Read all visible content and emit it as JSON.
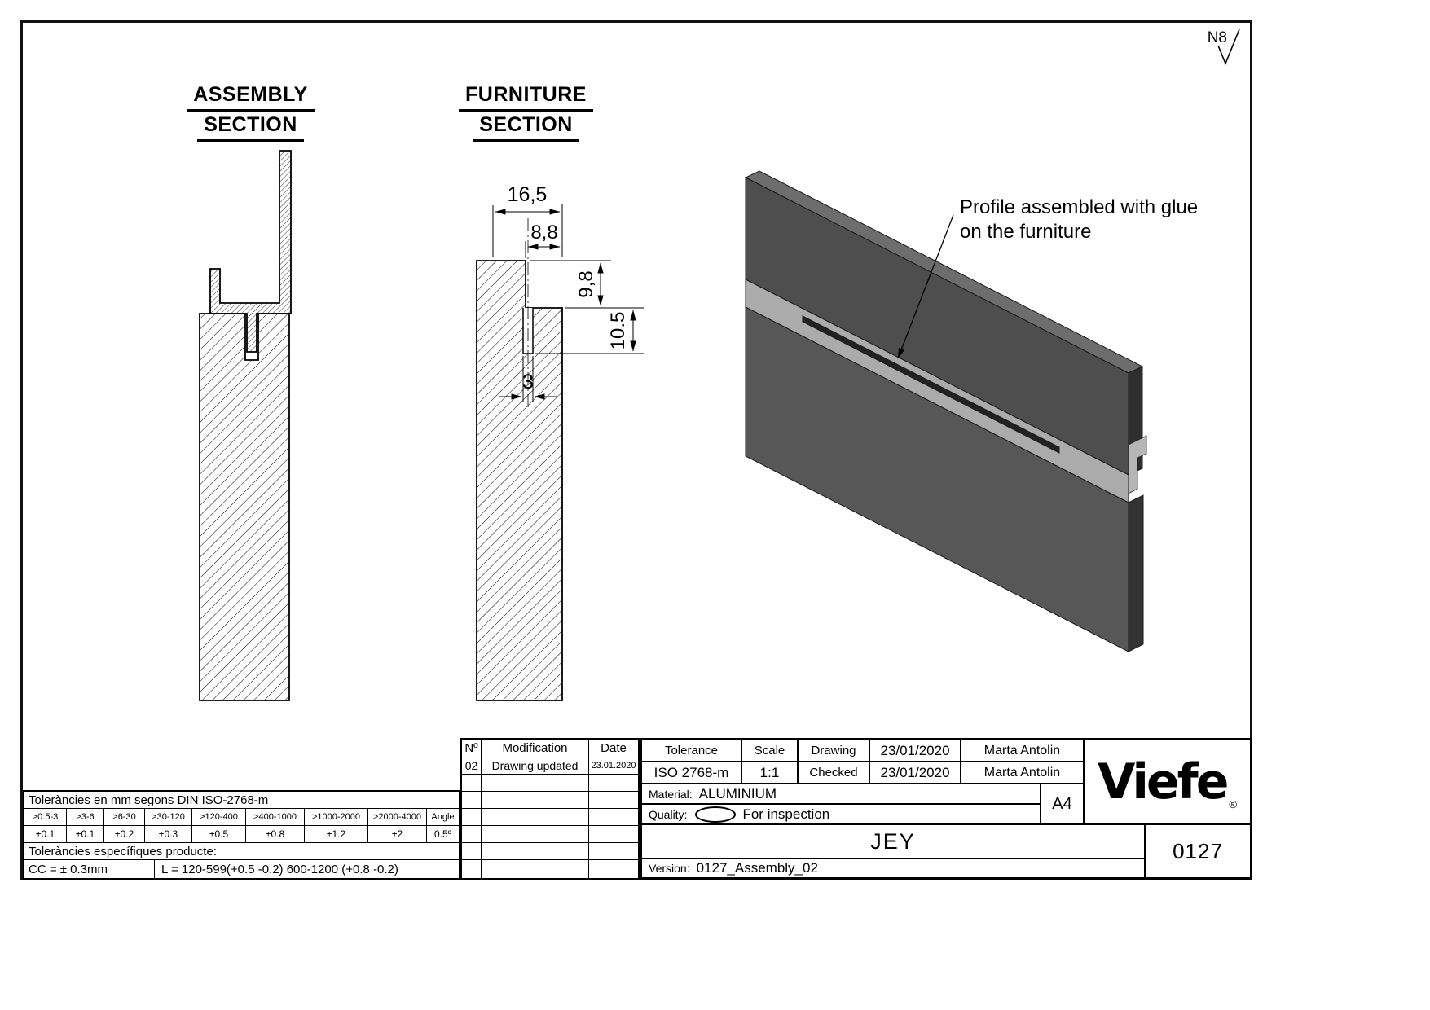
{
  "surface_mark": "N8",
  "titles": {
    "assembly": [
      "ASSEMBLY",
      "SECTION"
    ],
    "furniture": [
      "FURNITURE",
      "SECTION"
    ]
  },
  "dimensions": {
    "total_width": "16,5",
    "rabbet_width": "8,8",
    "rabbet_depth": "9,8",
    "slot_depth": "10.5",
    "slot_width": "3"
  },
  "note": {
    "line1": "Profile assembled with glue",
    "line2": "on the furniture"
  },
  "modifications": {
    "headers": {
      "no": "Nº",
      "modification": "Modification",
      "date": "Date"
    },
    "rows": [
      {
        "no": "02",
        "modification": "Drawing updated",
        "date": "23.01.2020"
      }
    ]
  },
  "titleblock": {
    "tolerance_label": "Tolerance",
    "tolerance_value": "ISO 2768-m",
    "scale_label": "Scale",
    "scale_value": "1:1",
    "drawing_label": "Drawing",
    "drawing_date": "23/01/2020",
    "drawing_author": "Marta Antolin",
    "checked_label": "Checked",
    "checked_date": "23/01/2020",
    "checked_author": "Marta Antolin",
    "material_label": "Material:",
    "material_value": "ALUMINIUM",
    "quality_label": "Quality:",
    "quality_value": "For inspection",
    "sheet_size": "A4",
    "product_name": "JEY",
    "version_label": "Version:",
    "version_value": "0127_Assembly_02",
    "drawing_number": "0127",
    "brand": "Viefe",
    "brand_reg": "®"
  },
  "tolerances": {
    "general_title": "Toleràncies en mm segons DIN ISO-2768-m",
    "ranges": [
      ">0.5-3",
      ">3-6",
      ">6-30",
      ">30-120",
      ">120-400",
      ">400-1000",
      ">1000-2000",
      ">2000-4000",
      "Angle"
    ],
    "values": [
      "±0.1",
      "±0.1",
      "±0.2",
      "±0.3",
      "±0.5",
      "±0.8",
      "±1.2",
      "±2",
      "0.5º"
    ],
    "specific_title": "Toleràncies específiques producte:",
    "cc_tolerance": "CC = ± 0.3mm",
    "length_tolerance": "L = 120-599(+0.5 -0.2) 600-1200 (+0.8 -0.2)"
  }
}
